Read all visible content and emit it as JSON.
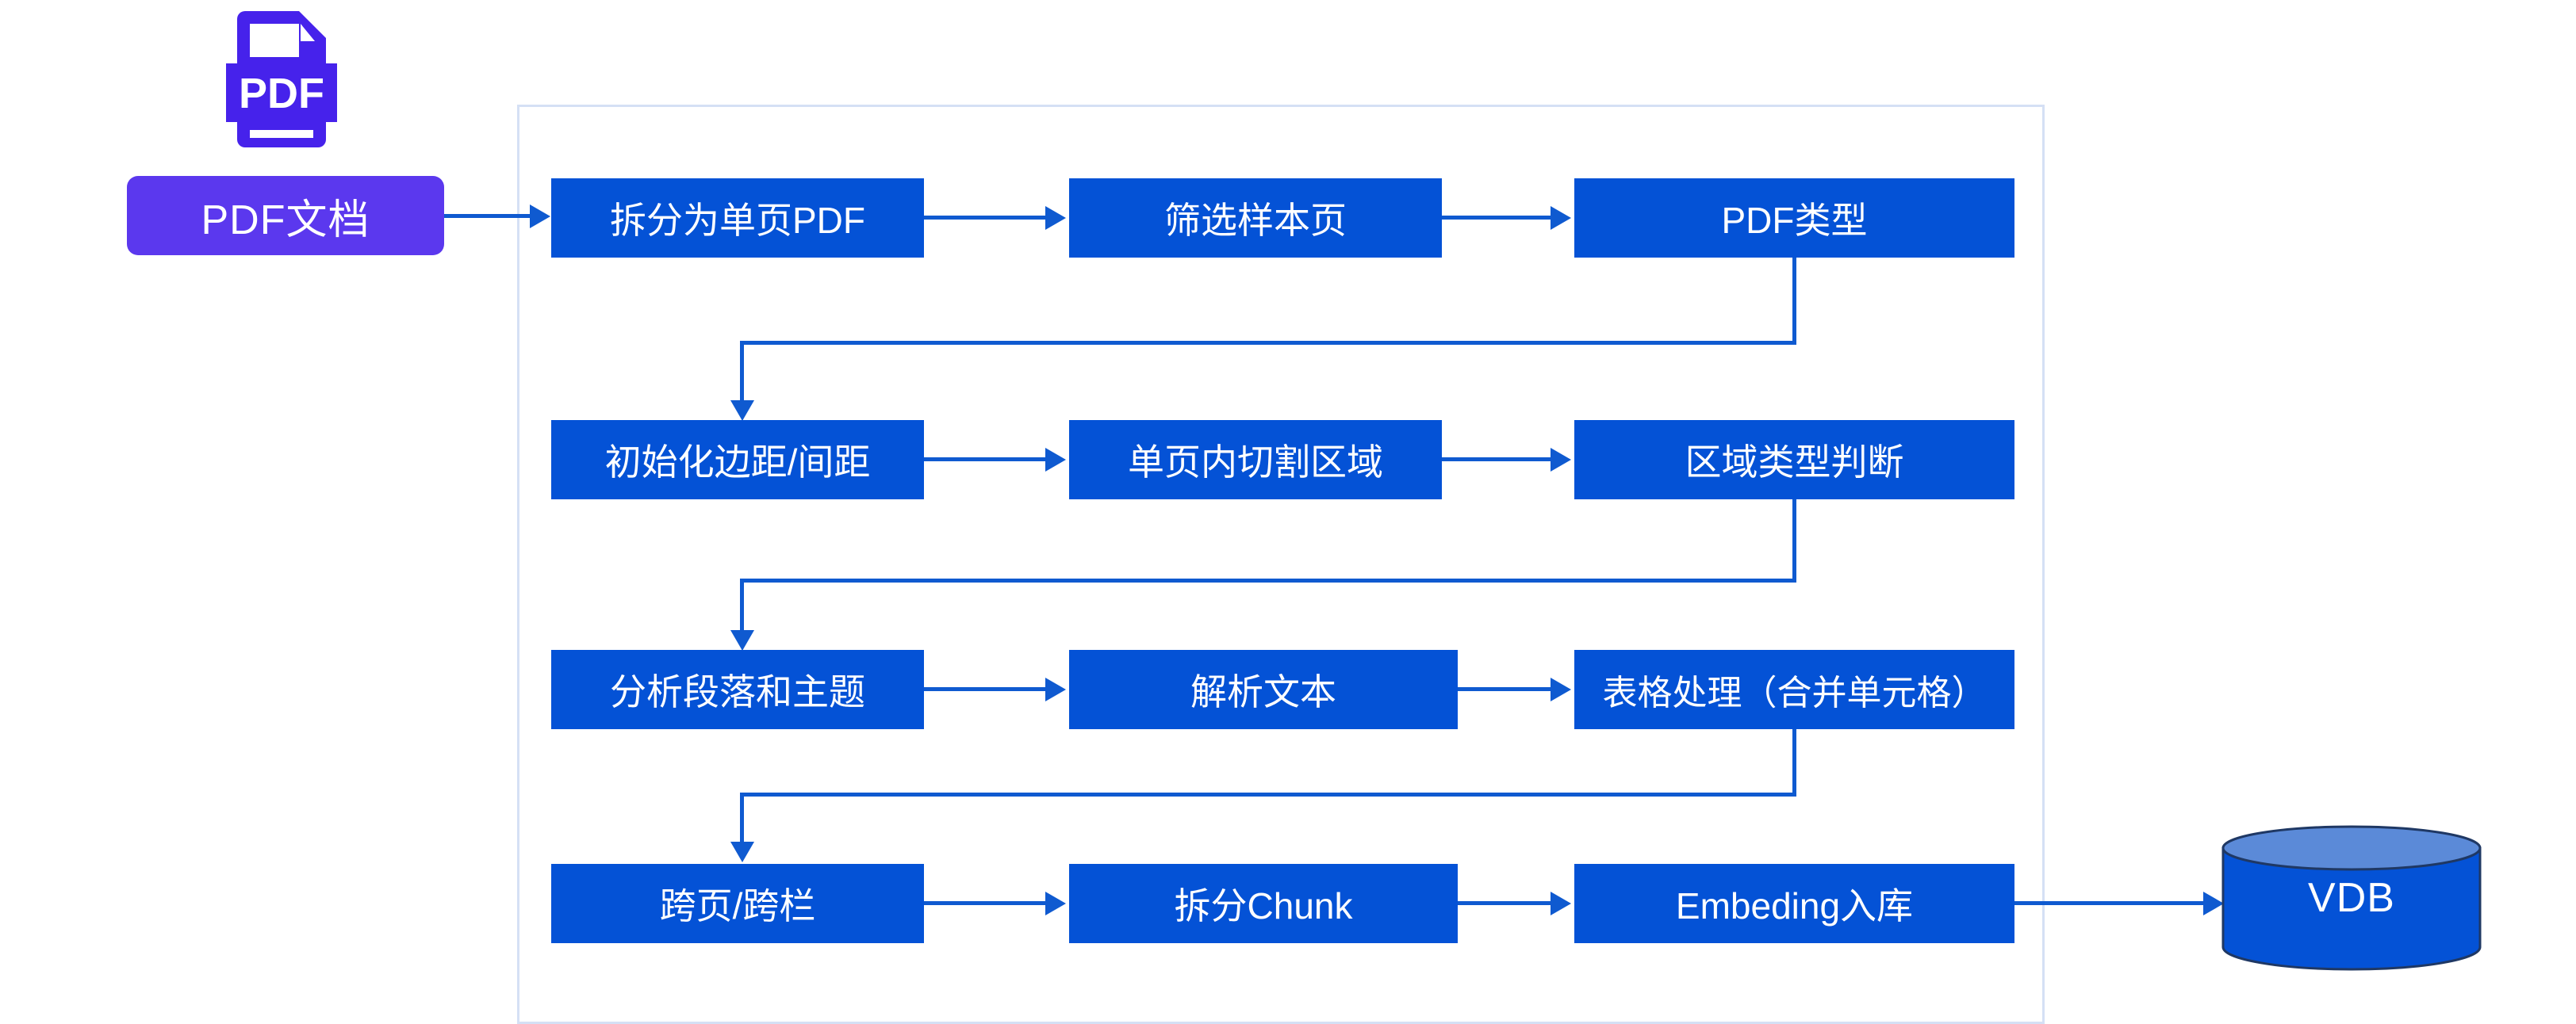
{
  "diagram": {
    "title_icon": "pdf-file-icon",
    "start_node": {
      "label": "PDF文档",
      "color": "#5b38ee"
    },
    "end_node": {
      "label": "VDB",
      "body_color": "#0452d6",
      "top_color": "#5b8ad8",
      "stroke_color": "#1f3864"
    },
    "container": {
      "border_color": "#d5e0f5"
    },
    "node_color": "#0452d6",
    "connector_color": "#0f5ad0",
    "icon": {
      "label": "PDF",
      "color": "#4622eb"
    },
    "rows": [
      {
        "index": 1,
        "nodes": [
          {
            "label": "拆分为单页PDF"
          },
          {
            "label": "筛选样本页"
          },
          {
            "label": "PDF类型"
          }
        ]
      },
      {
        "index": 2,
        "nodes": [
          {
            "label": "初始化边距/间距"
          },
          {
            "label": "单页内切割区域"
          },
          {
            "label": "区域类型判断"
          }
        ]
      },
      {
        "index": 3,
        "nodes": [
          {
            "label": "分析段落和主题"
          },
          {
            "label": "解析文本"
          },
          {
            "label": "表格处理（合并单元格）"
          }
        ]
      },
      {
        "index": 4,
        "nodes": [
          {
            "label": "跨页/跨栏"
          },
          {
            "label": "拆分Chunk"
          },
          {
            "label": "Embeding入库"
          }
        ]
      }
    ]
  }
}
